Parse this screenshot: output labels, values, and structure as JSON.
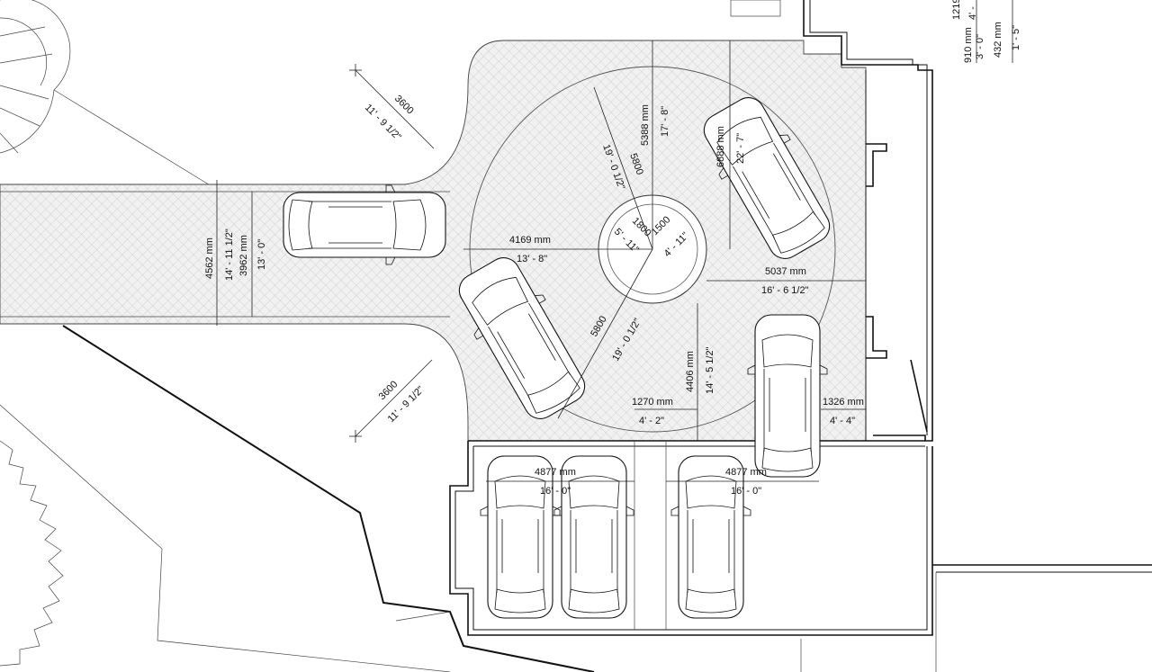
{
  "diagram": {
    "dimensions": [
      {
        "id": "d3600_top",
        "mm": "3600",
        "ft": "11' - 9 1/2\""
      },
      {
        "id": "d3600_bot",
        "mm": "3600",
        "ft": "11' - 9 1/2\""
      },
      {
        "id": "d4562",
        "mm": "4562 mm",
        "ft": "14' - 11 1/2\""
      },
      {
        "id": "d3962",
        "mm": "3962 mm",
        "ft": "13' - 0\""
      },
      {
        "id": "d4169",
        "mm": "4169 mm",
        "ft": "13' - 8\""
      },
      {
        "id": "d5388",
        "mm": "5388 mm",
        "ft": "17' - 8\""
      },
      {
        "id": "d5800_a",
        "mm": "5800",
        "ft": "19' - 0 1/2\""
      },
      {
        "id": "d5800_b",
        "mm": "5800",
        "ft": "19' - 0 1/2\""
      },
      {
        "id": "d1800",
        "mm": "1800",
        "ft": "5' - 11\""
      },
      {
        "id": "d1500",
        "mm": "1500",
        "ft": "4' - 11\""
      },
      {
        "id": "d6888",
        "mm": "6888 mm",
        "ft": "22' - 7\""
      },
      {
        "id": "d5037",
        "mm": "5037 mm",
        "ft": "16' - 6 1/2\""
      },
      {
        "id": "d4406",
        "mm": "4406 mm",
        "ft": "14' - 5 1/2\""
      },
      {
        "id": "d1270",
        "mm": "1270 mm",
        "ft": "4' - 2\""
      },
      {
        "id": "d1326",
        "mm": "1326 mm",
        "ft": "4' - 4\""
      },
      {
        "id": "d4877_a",
        "mm": "4877 mm",
        "ft": "16' - 0\""
      },
      {
        "id": "d4877_b",
        "mm": "4877 mm",
        "ft": "16' - 0\""
      },
      {
        "id": "d1219",
        "mm": "1219",
        "ft": "4' -"
      },
      {
        "id": "d910",
        "mm": "910 mm",
        "ft": "3' - 0\""
      },
      {
        "id": "d432",
        "mm": "432 mm",
        "ft": "1' - 5\""
      }
    ]
  }
}
